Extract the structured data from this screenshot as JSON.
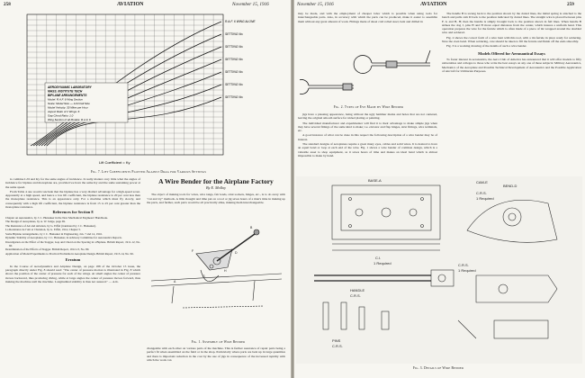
{
  "left_page": {
    "page_number": "258",
    "running_title": "AVIATION",
    "date": "November 15, 1916",
    "chart_data": {
      "type": "line",
      "title": "Fig. 7.   Lift Coefficients Plotted Against Drag for Various Settings",
      "xlabel": "Lift Coefficient = Ky",
      "ylabel": "",
      "legend_box": [
        "AERODYNAMIC LABORATORY",
        "MASS. INSTITUTE TECH",
        "BIPLANE ARRANGEMENTS",
        "Model: R.A.F. 6 Wing Section",
        "Scale: Model Size — 1/24 Fall Size",
        "Model Velocity: 30 Miles per Hour",
        "Aspect Ratio of 2 Wings: 6",
        "Gap Chord Ratio: 1.0",
        "Wing Section of all Models: R.A.F. 6"
      ],
      "series_labels": [
        "R.A.F. 6 WING ALONE",
        "SETTING No.",
        "SETTING No.",
        "SETTING No.",
        "SETTING No.",
        "SETTING No.",
        "SETTING No."
      ]
    },
    "body_paragraphs": [
      "is combine L/D and Ky for the same angles of incidence. It really matters very little what the angles of incidence for biplane and monoplane are, provided we have the same Ky and the same sustaining power at the same speed.",
      "From Table 4 one would conclude that the biplane has a very distinct advantage for a high-speed scout. Apparently at a high speed, and hence a low lift coefficient, the biplane resistance is 20 per cent less than the monoplane resistance. This is an appearance only. For a machine which must fly slowly, and consequently with a high lift coefficient, the biplane resistance is from 15 to 25 per cent greater than the monoplane resistance."
    ],
    "references": {
      "heading": "References for Section 8",
      "items": [
        "Chapter on Aeronautics, by J. C. Hunsaker in the New Mechanical Engineers' Handbook.",
        "The Design of Aeroplanes, by A. W. Judge, page 69.",
        "The Resistance of Air and Aviation, by G. Eiffel (translated by J. C. Hunsaker).",
        "La Resistance de l'Air et l'Aviation, by G. Eiffel, 1914, Chapter 5.",
        "Some Biplane Arrangements, by J. C. Hunsaker in Engineering, Jan. 7 and 14, 1916.",
        "Dynamic Stability of Aeroplanes, by J. C. Hunsaker, in Advisory Committee for Aeronautics Reports.",
        "Investigation on the Effect of the Stagger, Gap and Chord on the Spacing in a Biplane. British Report, 1911-12, No. 60.",
        "Determination of the Effects of Stagger. British Report, 1912-13, No. 80.",
        "Application of Model Experiments to Practical Problems in Aeroplane Design. British Report, 1913-14, No. 96."
      ]
    },
    "errata": {
      "heading": "Erratum",
      "text": "In the Course of Aerodynamics and Airplane Design, on page 188 of the October 15 issue, the paragraph directly under Fig. 8 should read: \"The center of pressure motion is illustrated in Fig. 8 which shows the position of the center of pressure for each of the wings. At small angles the center of pressure moves backward, thus producing diving, while at large angles the center of pressure moves forward, thus making the machine stall the machine. Longitudinal stability is thus not assured.\" — A.K."
    },
    "article": {
      "title": "A Wire Bender for the Airplane Factory",
      "byline": "By E. Molloy",
      "paragraphs": [
        "The object of making tools for wires, wire tangs, fair leads, strut sockets, hinges, etc., is to do away with \"cut and try\" methods. A little thought and time put on a tool or jig saves hours of a man's time in making up the parts, and further, such parts would be all practically alike, making them interchangeable."
      ]
    },
    "fig1_title": "Fig. 1.   Assembly of Wire Bender",
    "bottom_col": "changeable with each other on various parts of the machine. This is further assurance of repair parts being a perfect fit when assembled on the field or in the shop. Particularly where parts are bent up in large quantities and there is important reduction in the cost by the use of jigs in consequence of the increased rapidity with which the work can"
  },
  "right_page": {
    "page_number": "259",
    "running_title": "AVIATION",
    "date": "November 15, 1916",
    "col1_top": "may be made, and with the employment of cheaper labor which is possible when using tools for interchangeable parts. Also, in accuracy with which the parts can be produced, make it easier to assemble them without any great amount of work. Fittings made of sheet cold rolled steel, bent and drilled in",
    "fig2_title": "Fig. 2.   Types of Eye Made by Wire Bender",
    "col1_body": [
      "jigs have a pleasing appearance, being without the ugly hammer marks and holes that are not centered, leaving the original smooth surface for nickel plating or painting.",
      "The individual manufacturer and experimenter will find it to their advantage to make simple jigs when they have several fittings of the same kind to make; i.e. elevator and flap hinges, strut fittings, wire terminals, etc.",
      "A good instance of what can be done in this respect the following description of a wire bender may be of interest.",
      "The standard designs of aeroplanes require a great many eyes, cables and solid wires. It is desired to have an equal bend or loop at each end of the wire. Fig. 1 shows a wire bender of common design, which is a valuable asset to shop equipment, as it saves hours of time and makes an ideal bend which is almost impossible to make by hand."
    ],
    "col2_body": [
      "The handle B is swung back to the position shown by the dotted lines, the initial spring is attached to the bench and pulls cam D back to the position indicated by dotted lines. The straight wire is placed between pins F, G and H, H; then the handle is simply brought back to the position shown in full lines. When handle B strikes the dog J, pins H and H move equal distances from the center, which insures a uniform bend. This operation prepares the wire for the ferrule which is often made of a piece of tin wrapped around the doubled wire and soldered.",
      "Fig. 2 shows the correct form of a wire bent with this tool, with a tin ferrule in place ready for soldering. Note the even bend. When soldering, care should be taken to fill the ferrule and finish off the ends smoothly.",
      "Fig. 3 is a working drawing of the details of such a wire bender."
    ],
    "models_heading": "Models Offered for Aeronautical Essays",
    "models_text": "To foster interest in aeronautics, the Aero Club of America has announced that it will offer models to fifty universities and colleges to those who write the best essays on any one of these subjects: Military Aeronautics, Mechanics of the Aeroplane and Possible Technical Development of Aeronautics and the Possible Application of Aircraft for Utilitarian Purposes.",
    "fig3_title": "Fig. 3.   Details of Wire Bender",
    "drawing_labels": [
      "BEND-D",
      "CAM-E",
      "C.R.S.",
      "1 Required",
      "C.R.S.",
      "1 Required",
      "BASE-A",
      "C.I.",
      "1 Required",
      "HANDLE",
      "C.R.S.",
      "PINS",
      "C.R.S."
    ]
  }
}
